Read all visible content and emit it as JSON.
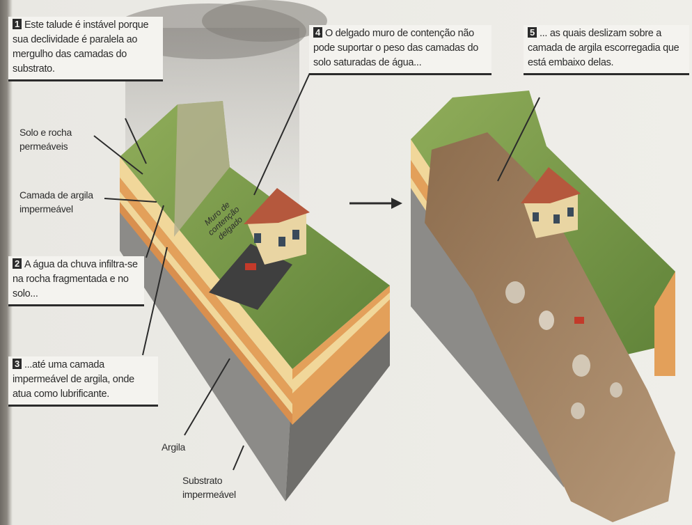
{
  "callouts": [
    {
      "num": "1",
      "text": "Este talude é instável porque sua declividade é paralela ao mergulho das camadas do substrato."
    },
    {
      "num": "2",
      "text": "A água da chuva infiltra-se na rocha fragmentada e no solo..."
    },
    {
      "num": "3",
      "text": "...até uma camada impermeável de argila, onde atua como lubrificante."
    },
    {
      "num": "4",
      "text": "O delgado muro de contenção não pode suportar o peso das camadas do solo saturadas de água..."
    },
    {
      "num": "5",
      "text": "... as quais deslizam sobre a camada de argila escorregadia que está embaixo delas."
    }
  ],
  "labels": {
    "solo_rocha": "Solo e rocha permeáveis",
    "camada_argila": "Camada de argila impermeável",
    "argila": "Argila",
    "substrato": "Substrato impermeável",
    "muro": "Muro de contenção delgado"
  },
  "icons": {
    "transition": "arrow-right-icon"
  },
  "colors": {
    "grass": "#7c9a4a",
    "soil_orange": "#e3a05a",
    "soil_light": "#f1d79a",
    "bedrock": "#8c8b88",
    "landslide": "#9b7b5c",
    "callout_border": "#2b2b2b"
  }
}
